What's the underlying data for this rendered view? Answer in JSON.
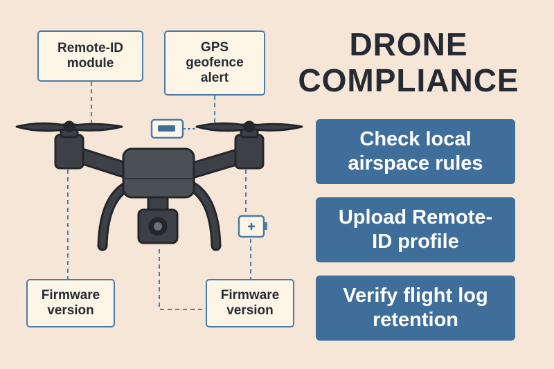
{
  "title": "DRONE\nCOMPLIANCE",
  "callouts": {
    "remote_id": "Remote-ID\nmodule",
    "gps": "GPS\ngeofence\nalert",
    "firmware_left": "Firmware\nversion",
    "firmware_right": "Firmware\nversion"
  },
  "steps": [
    "Check local\nairspace rules",
    "Upload Remote-\nID profile",
    "Verify flight log\nretention"
  ],
  "colors": {
    "background": "#f6e6d8",
    "accent_blue": "#3f6e9b",
    "outline_blue": "#4a7aa6",
    "drone_body": "#3d4147",
    "label_fill": "#fdf6e6"
  },
  "icons": [
    "drone-icon",
    "camera-icon",
    "battery-icon",
    "chip-icon"
  ]
}
